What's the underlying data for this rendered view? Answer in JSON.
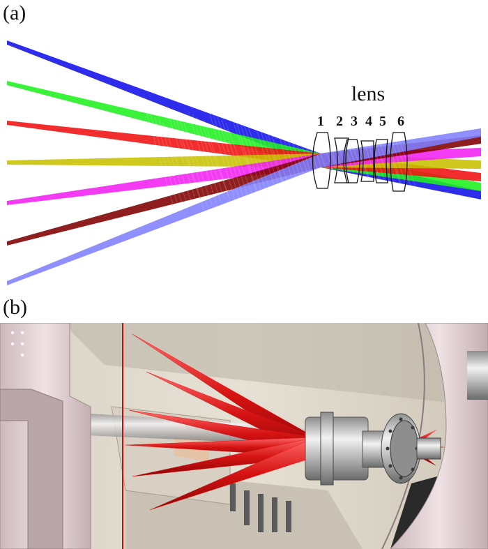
{
  "panel_a": {
    "label": "(a)",
    "lens_title": "lens",
    "lens_numbers": [
      "1",
      "2",
      "3",
      "4",
      "5",
      "6"
    ],
    "beam_colors": [
      "#1010e8",
      "#20f020",
      "#f01010",
      "#c8c000",
      "#f020f0",
      "#800000",
      "#8080ff"
    ]
  },
  "panel_b": {
    "label": "(b)",
    "cone_color": "#e01818"
  }
}
